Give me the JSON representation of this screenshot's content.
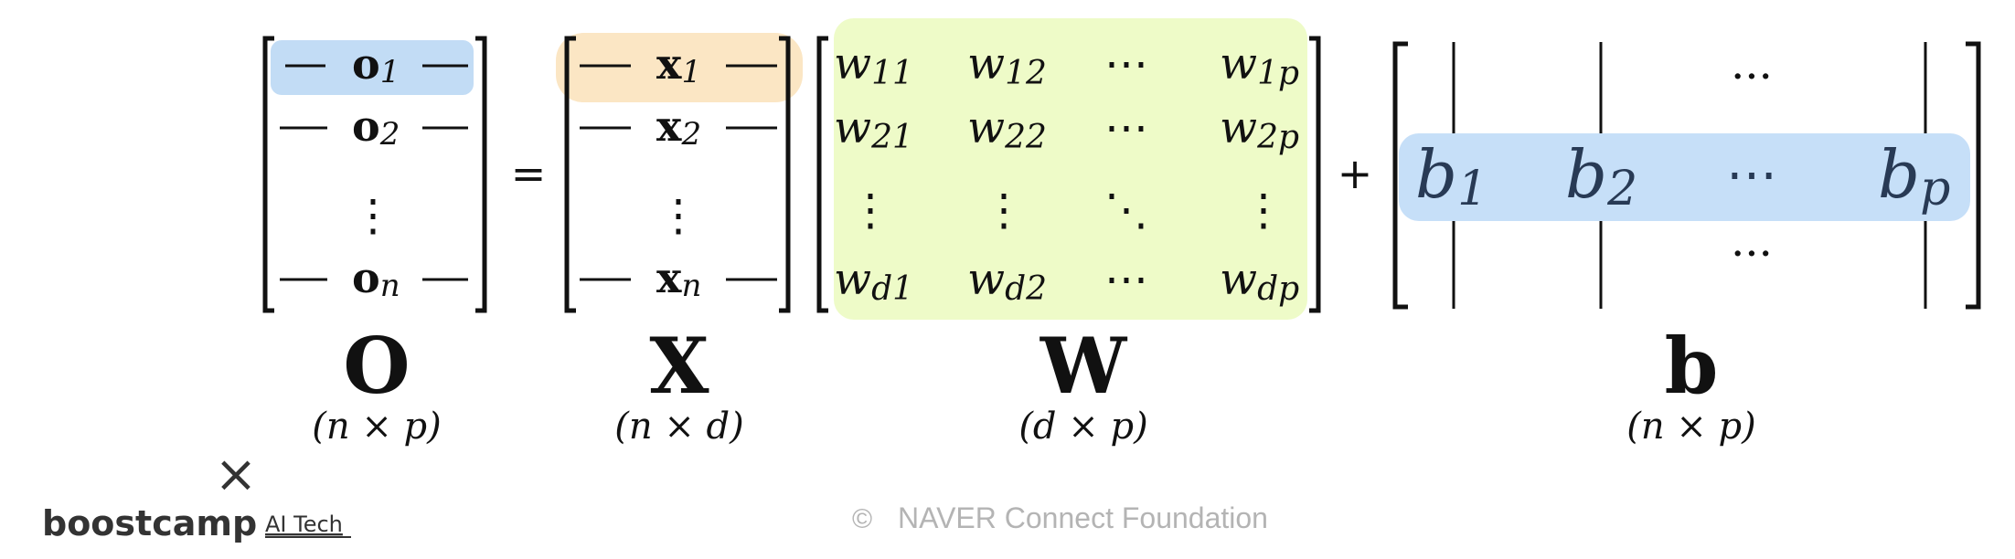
{
  "equation": {
    "O": {
      "rows": [
        {
          "base": "o",
          "sub": "1"
        },
        {
          "base": "o",
          "sub": "2"
        },
        {
          "base": "⋮",
          "sub": ""
        },
        {
          "base": "o",
          "sub": "n"
        }
      ],
      "label": "O",
      "dims": "(n × p)"
    },
    "equals": "=",
    "X": {
      "rows": [
        {
          "base": "x",
          "sub": "1"
        },
        {
          "base": "x",
          "sub": "2"
        },
        {
          "base": "⋮",
          "sub": ""
        },
        {
          "base": "x",
          "sub": "n"
        }
      ],
      "label": "X",
      "dims": "(n × d)"
    },
    "W": {
      "cells": [
        [
          {
            "base": "w",
            "sub": "11"
          },
          {
            "base": "w",
            "sub": "12"
          },
          {
            "base": "⋯",
            "sub": ""
          },
          {
            "base": "w",
            "sub": "1p"
          }
        ],
        [
          {
            "base": "w",
            "sub": "21"
          },
          {
            "base": "w",
            "sub": "22"
          },
          {
            "base": "⋯",
            "sub": ""
          },
          {
            "base": "w",
            "sub": "2p"
          }
        ],
        [
          {
            "base": "⋮",
            "sub": ""
          },
          {
            "base": "⋮",
            "sub": ""
          },
          {
            "base": "⋱",
            "sub": ""
          },
          {
            "base": "⋮",
            "sub": ""
          }
        ],
        [
          {
            "base": "w",
            "sub": "d1"
          },
          {
            "base": "w",
            "sub": "d2"
          },
          {
            "base": "⋯",
            "sub": ""
          },
          {
            "base": "w",
            "sub": "dp"
          }
        ]
      ],
      "label": "W",
      "dims": "(d × p)"
    },
    "plus": "+",
    "b": {
      "row": [
        {
          "base": "b",
          "sub": "1"
        },
        {
          "base": "b",
          "sub": "2"
        },
        {
          "base": "⋯",
          "sub": ""
        },
        {
          "base": "b",
          "sub": "p"
        }
      ],
      "top_dots": "···",
      "bottom_dots": "···",
      "label": "b",
      "dims": "(n × p)"
    }
  },
  "colors": {
    "o_highlight": "#c2dcf5",
    "x_highlight": "#fbe6c4",
    "w_highlight": "#eefbc8",
    "b_highlight": "#c6dff8",
    "b_text": "#283a55",
    "copyright_text": "#b4b4b4",
    "brand_text": "#333333"
  },
  "footer": {
    "x_mark": "×",
    "brand": "boostcamp",
    "brand_suffix": "AI Tech",
    "copyright_symbol": "©",
    "copyright_text": "NAVER Connect Foundation"
  }
}
